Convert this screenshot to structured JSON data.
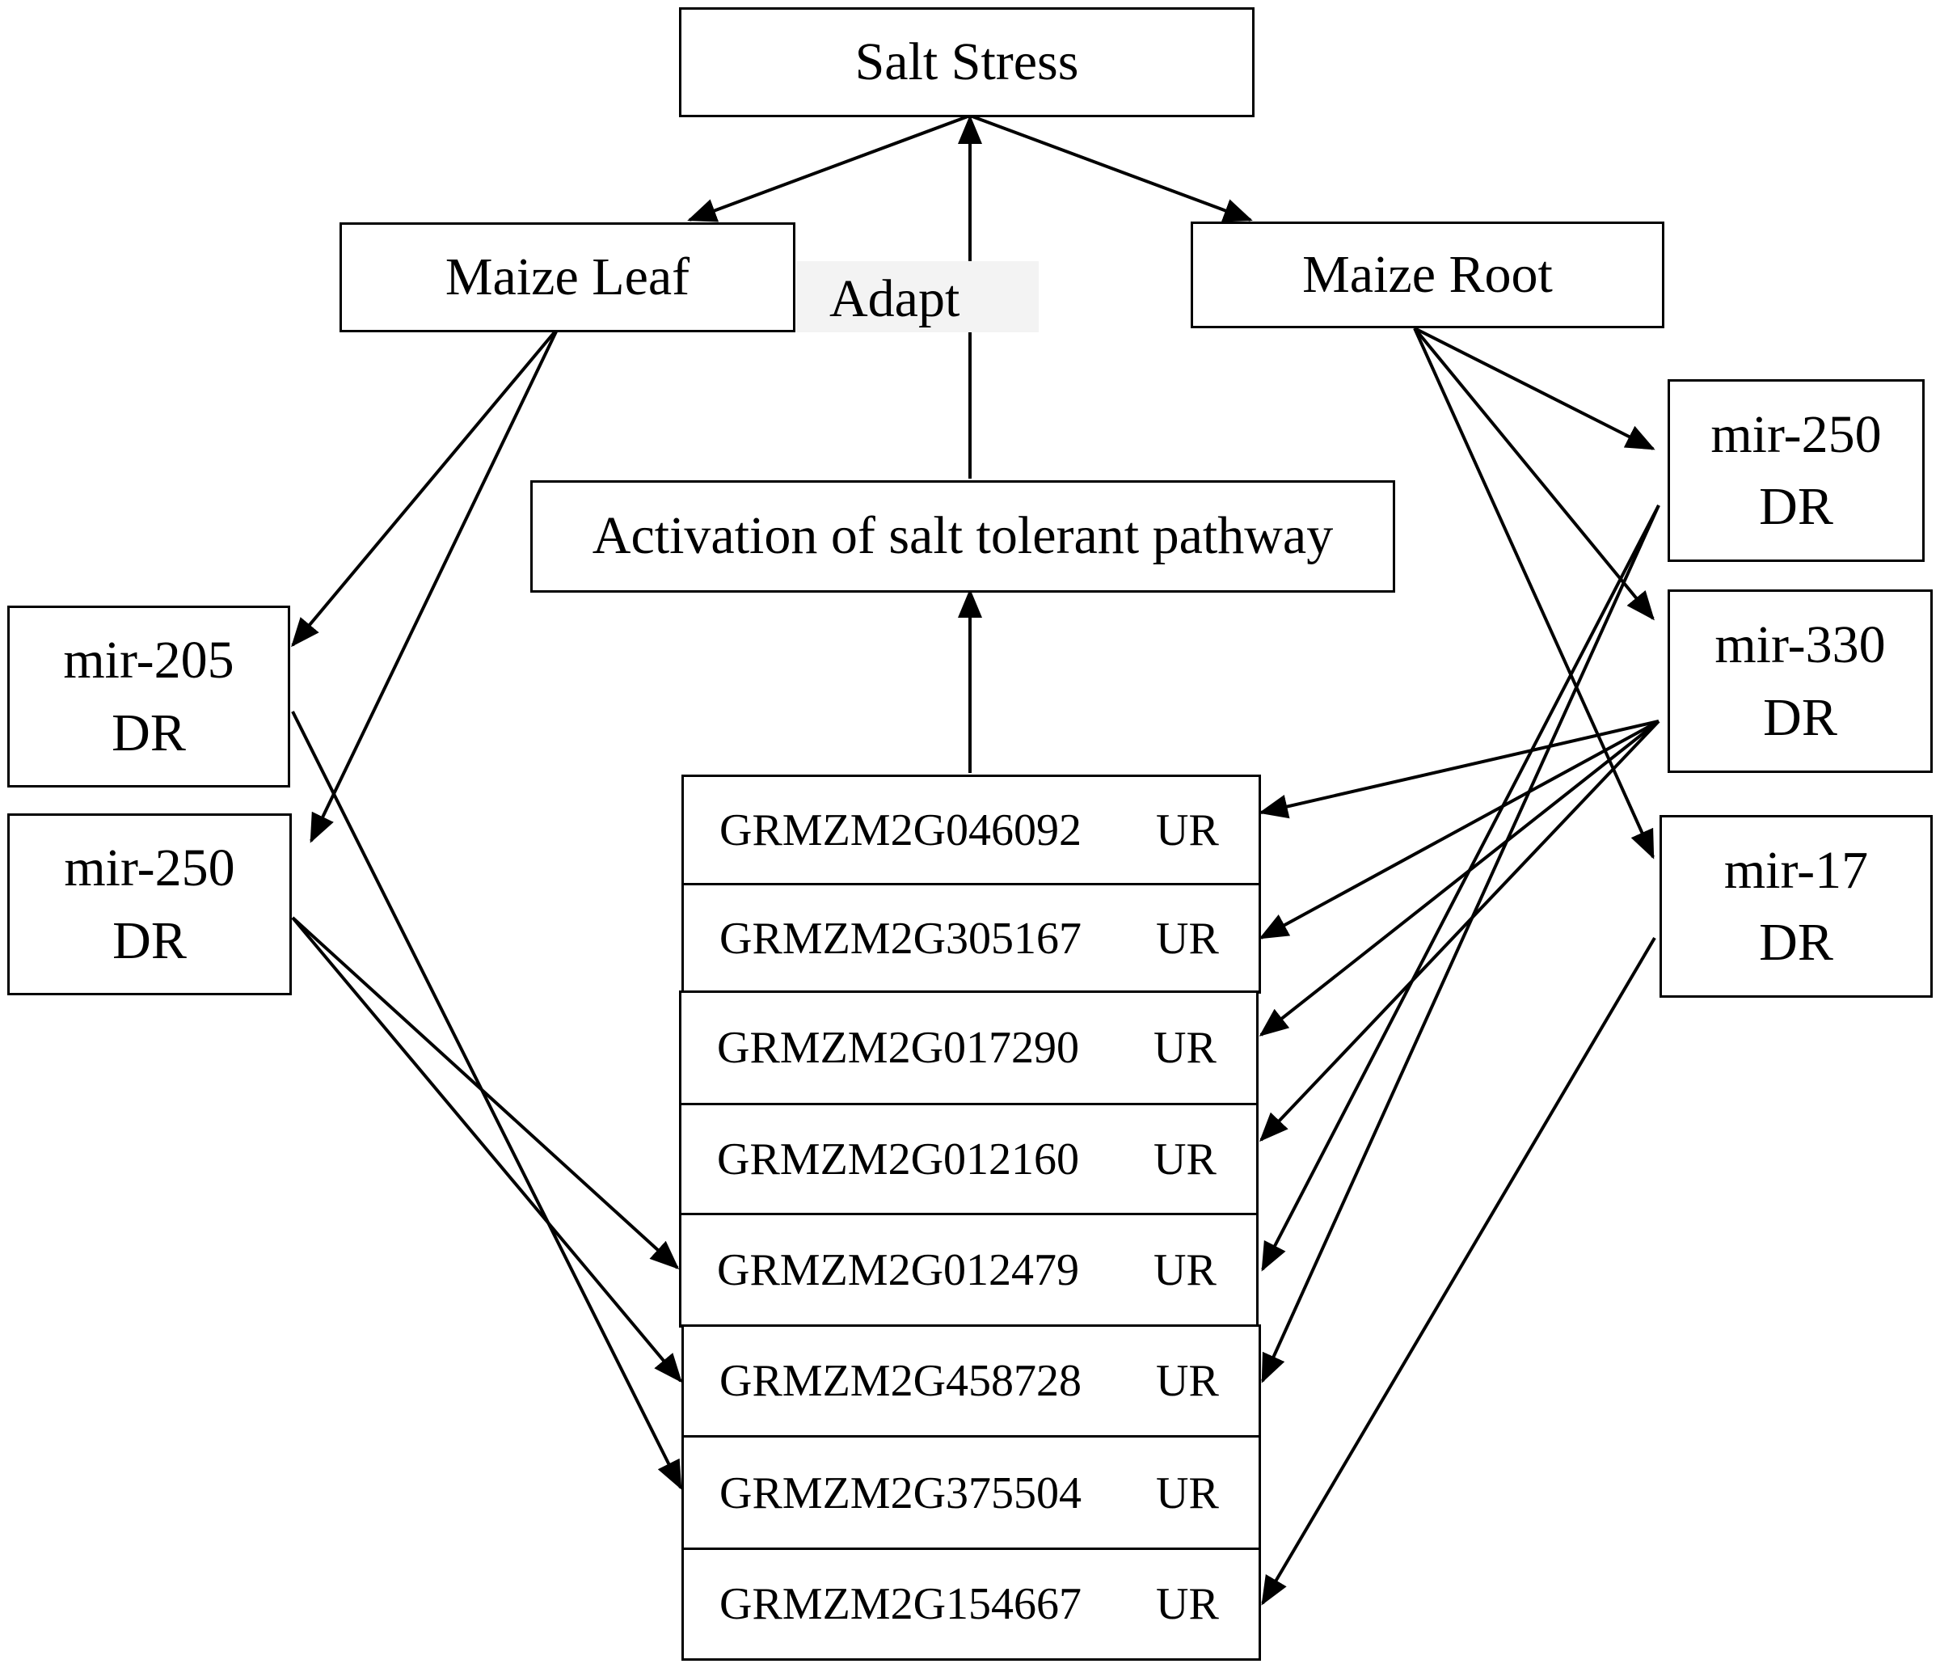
{
  "nodes": {
    "salt_stress": "Salt Stress",
    "maize_leaf": "Maize Leaf",
    "maize_root": "Maize Root",
    "adapt": "Adapt",
    "activation": "Activation of salt tolerant pathway"
  },
  "leaf_mirnas": [
    {
      "name": "mir-205",
      "regulation": "DR"
    },
    {
      "name": "mir-250",
      "regulation": "DR"
    }
  ],
  "root_mirnas": [
    {
      "name": "mir-250",
      "regulation": "DR"
    },
    {
      "name": "mir-330",
      "regulation": "DR"
    },
    {
      "name": "mir-17",
      "regulation": "DR"
    }
  ],
  "genes": [
    {
      "id": "GRMZM2G046092",
      "regulation": "UR"
    },
    {
      "id": "GRMZM2G305167",
      "regulation": "UR"
    },
    {
      "id": "GRMZM2G017290",
      "regulation": "UR"
    },
    {
      "id": "GRMZM2G012160",
      "regulation": "UR"
    },
    {
      "id": "GRMZM2G012479",
      "regulation": "UR"
    },
    {
      "id": "GRMZM2G458728",
      "regulation": "UR"
    },
    {
      "id": "GRMZM2G375504",
      "regulation": "UR"
    },
    {
      "id": "GRMZM2G154667",
      "regulation": "UR"
    }
  ],
  "edges": [
    {
      "from": "salt_stress",
      "to": "maize_leaf"
    },
    {
      "from": "salt_stress",
      "to": "maize_root"
    },
    {
      "from": "activation",
      "to": "salt_stress",
      "label": "Adapt"
    },
    {
      "from": "genes",
      "to": "activation"
    },
    {
      "from": "maize_leaf",
      "to": "leaf_mir-205"
    },
    {
      "from": "maize_leaf",
      "to": "leaf_mir-250"
    },
    {
      "from": "maize_root",
      "to": "root_mir-250"
    },
    {
      "from": "maize_root",
      "to": "root_mir-330"
    },
    {
      "from": "maize_root",
      "to": "root_mir-17"
    },
    {
      "from": "leaf_mir-205",
      "to": "GRMZM2G375504"
    },
    {
      "from": "leaf_mir-250",
      "to": "GRMZM2G012479"
    },
    {
      "from": "leaf_mir-250",
      "to": "GRMZM2G458728"
    },
    {
      "from": "root_mir-330",
      "to": "GRMZM2G046092"
    },
    {
      "from": "root_mir-330",
      "to": "GRMZM2G305167"
    },
    {
      "from": "root_mir-330",
      "to": "GRMZM2G017290"
    },
    {
      "from": "root_mir-330",
      "to": "GRMZM2G012160"
    },
    {
      "from": "root_mir-250",
      "to": "GRMZM2G012479"
    },
    {
      "from": "root_mir-250",
      "to": "GRMZM2G458728"
    },
    {
      "from": "root_mir-17",
      "to": "GRMZM2G154667"
    }
  ]
}
